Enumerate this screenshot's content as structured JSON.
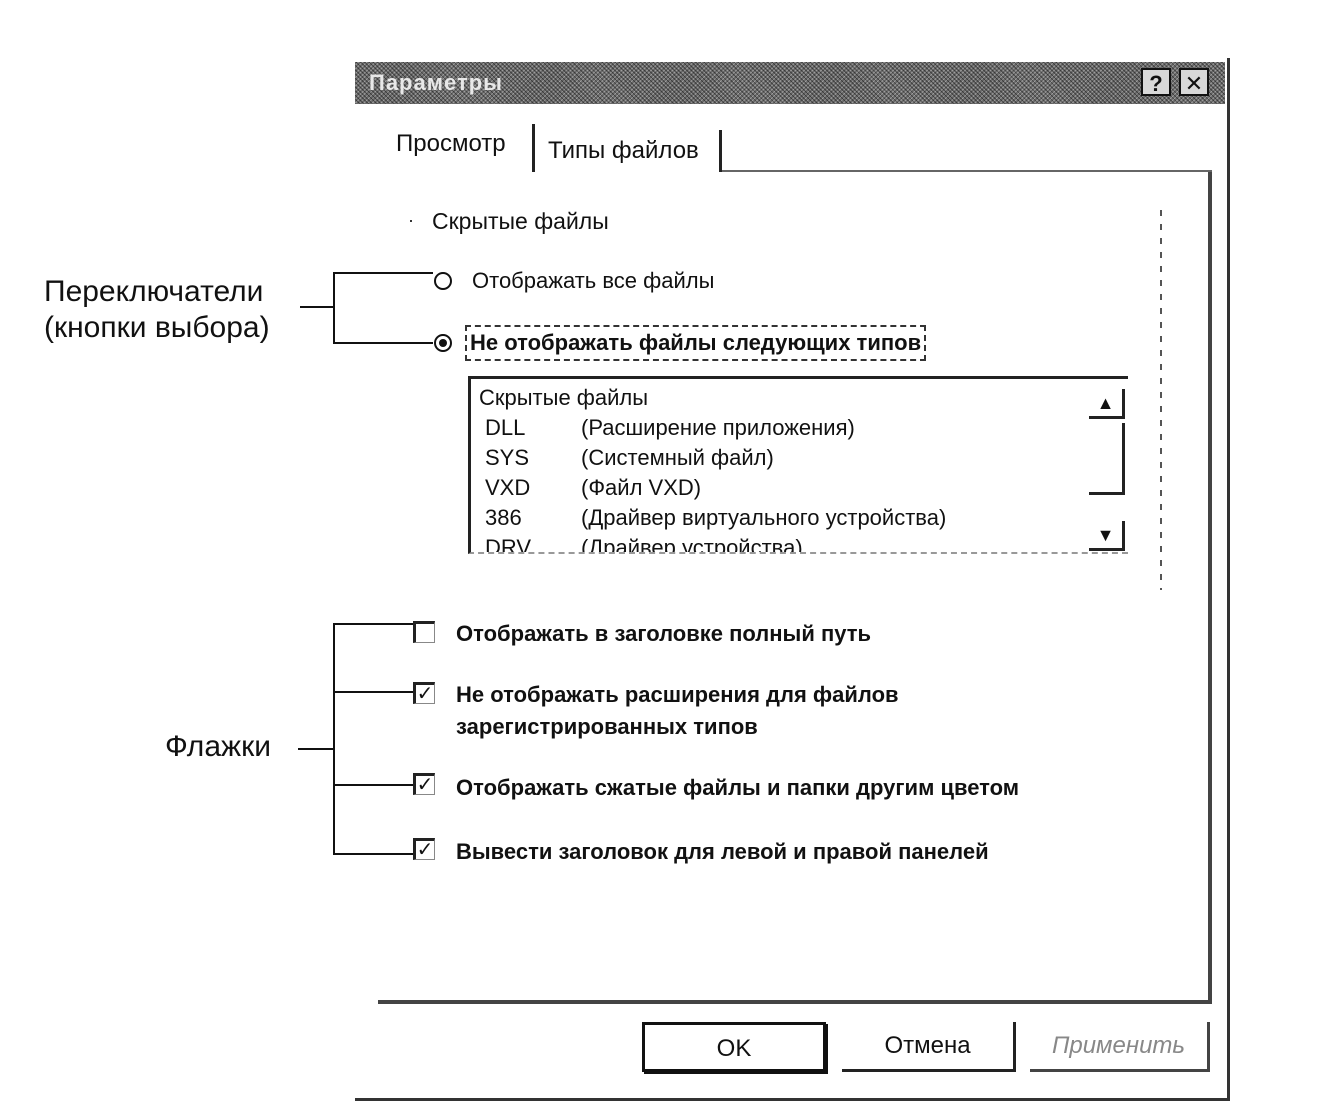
{
  "window": {
    "title": "Параметры",
    "help_glyph": "?",
    "close_glyph": "✕"
  },
  "tabs": [
    {
      "label": "Просмотр",
      "active": true
    },
    {
      "label": "Типы файлов",
      "active": false
    }
  ],
  "hidden_files": {
    "group_label": "Скрытые файлы",
    "radio_show_all": {
      "label": "Отображать все файлы",
      "selected": false
    },
    "radio_hide_types": {
      "label": "Не отображать файлы следующих типов",
      "selected": true
    },
    "list": {
      "header": "Скрытые файлы",
      "rows": [
        {
          "ext": "DLL",
          "desc": "(Расширение приложения)"
        },
        {
          "ext": "SYS",
          "desc": "(Системный файл)"
        },
        {
          "ext": "VXD",
          "desc": "(Файл VXD)"
        },
        {
          "ext": "386",
          "desc": "(Драйвер виртуального устройства)"
        },
        {
          "ext": "DRV",
          "desc": "(Драйвер устройства)"
        }
      ],
      "scroll_up_glyph": "▲",
      "scroll_down_glyph": "▼"
    }
  },
  "checkboxes": [
    {
      "label": "Отображать в заголовке полный путь",
      "checked": false
    },
    {
      "label": "Не отображать расширения для файлов\nзарегистрированных типов",
      "checked": true
    },
    {
      "label": "Отображать сжатые файлы и папки другим цветом",
      "checked": true
    },
    {
      "label": "Вывести заголовок для левой и правой панелей",
      "checked": true
    }
  ],
  "checkmark_glyph": "✓",
  "annotations": {
    "radios": "Переключатели\n(кнопки выбора)",
    "checkboxes": "Флажки"
  },
  "buttons": {
    "ok": "OK",
    "cancel": "Отмена",
    "apply": "Применить"
  }
}
